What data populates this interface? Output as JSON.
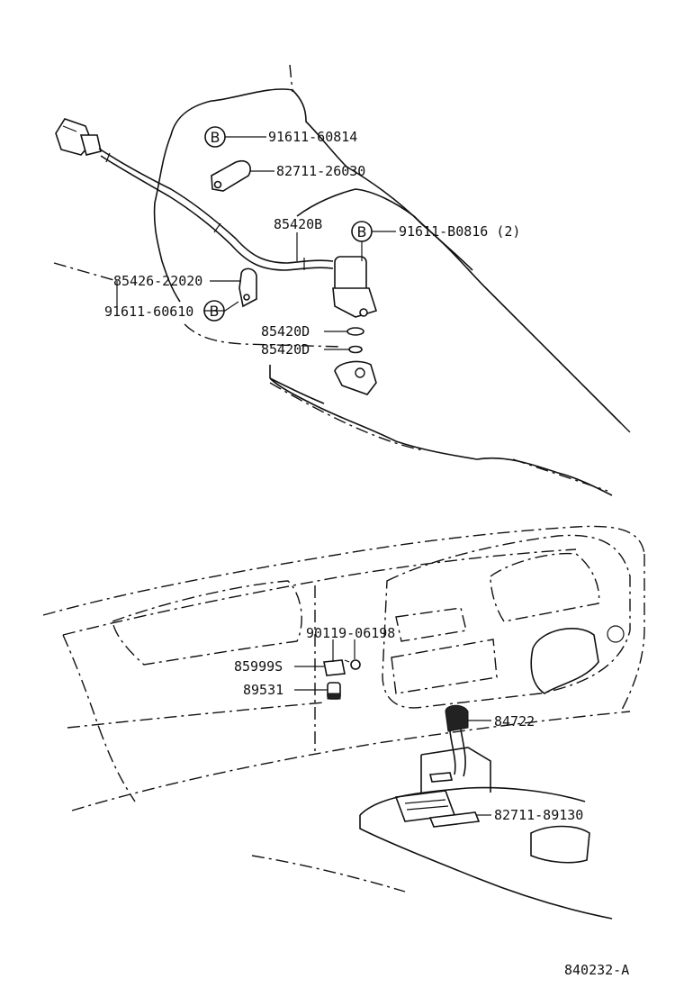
{
  "diagram_id": "840232-A",
  "bolt_marker": "B",
  "upper_assembly": {
    "labels": {
      "bolt_top": "91611-60814",
      "clamp_top": "82711-26030",
      "sensor_harness": "85420B",
      "bolt_right": "91611-B0816 (2)",
      "clamp_left": "85426-22020",
      "bolt_left": "91611-60610",
      "oring_1": "85420D",
      "oring_2": "85420D"
    }
  },
  "lower_assembly": {
    "labels": {
      "screw": "90119-06198",
      "bracket": "85999S",
      "relay": "89531",
      "switch": "84722",
      "clip": "82711-89130"
    }
  }
}
